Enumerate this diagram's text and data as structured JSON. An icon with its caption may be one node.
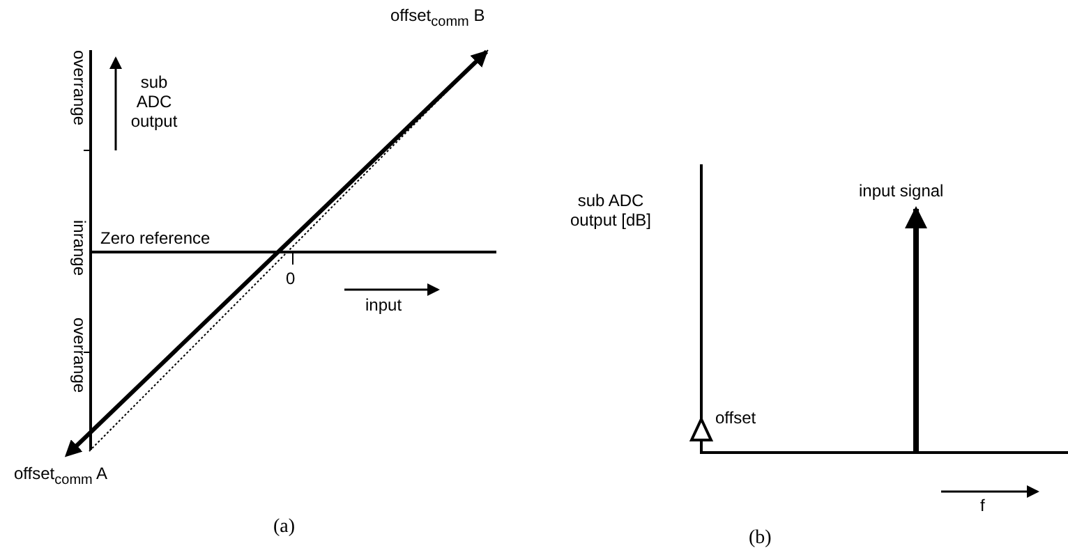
{
  "diagram": {
    "nodes": [
      {
        "text": [
          "offset$_{comm}$ B"
        ]
      },
      {
        "text": [
          "offset$_{comm}$ A"
        ]
      }
    ],
    "edges": [
      {
        "from": 1,
        "to": 0,
        "arrow": "both"
      }
    ],
    "labels": [
      "overrange",
      "sub ADC output",
      "inrange",
      "Zero reference",
      "0",
      "input",
      "overrange",
      "(a)",
      "sub ADC output [dB]",
      "input signal",
      "offset",
      "f",
      "(b)"
    ]
  }
}
